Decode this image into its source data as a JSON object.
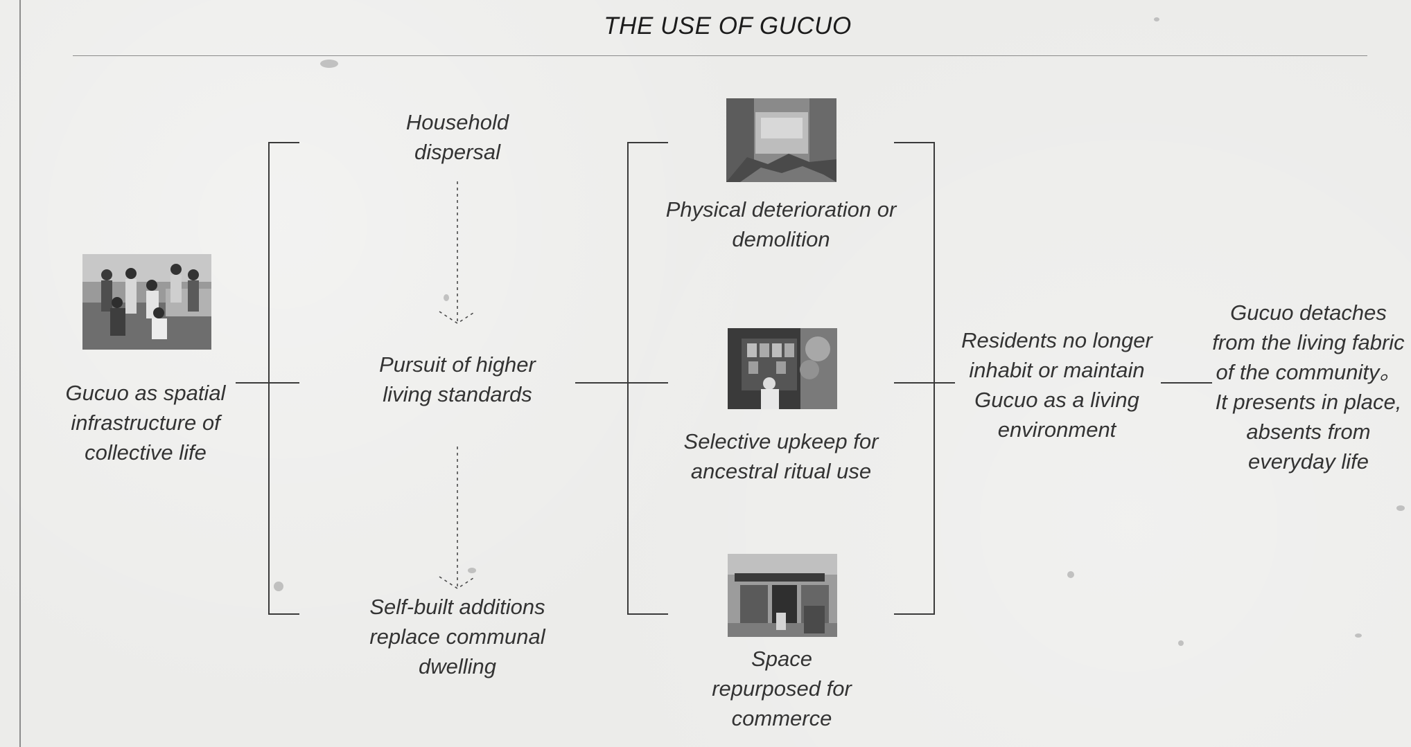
{
  "title": "THE USE OF GUCUO",
  "nodes": {
    "origin": "Gucuo as spatial infrastructure of collective life",
    "household": "Household dispersal",
    "pursuit": "Pursuit of higher living standards",
    "selfbuilt": "Self-built additions replace communal dwelling",
    "deterioration": "Physical deterioration or demolition",
    "upkeep": "Selective upkeep for ancestral ritual use",
    "commerce": "Space repurposed for commerce",
    "residents": "Residents no longer inhabit or maintain Gucuo as a living environment",
    "conclusion": "Gucuo detaches from the living fabric of the community。 It presents in place, absents from everyday life"
  }
}
